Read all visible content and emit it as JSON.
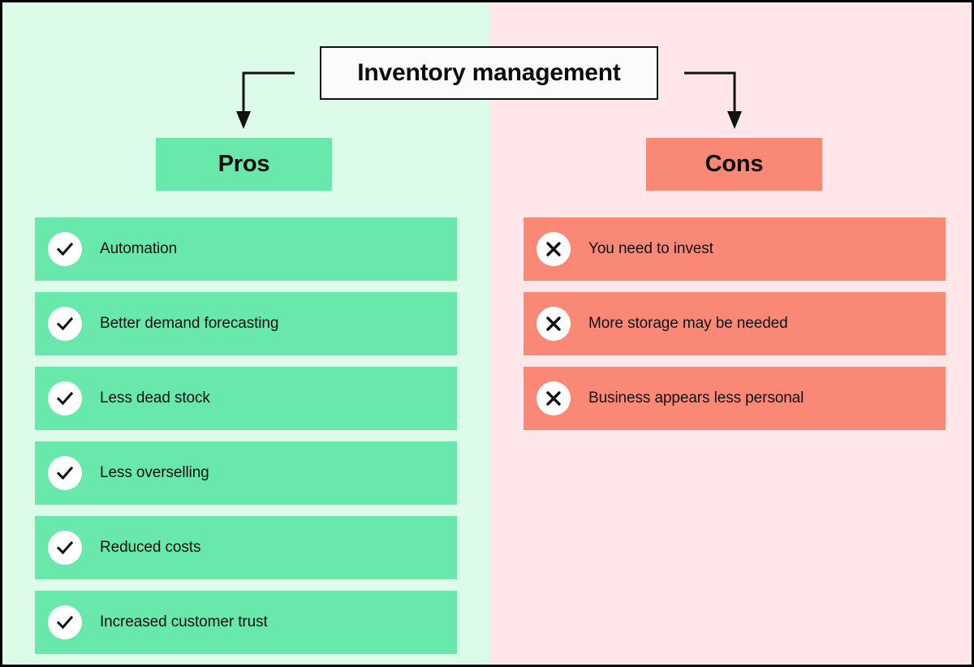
{
  "diagram": {
    "title": "Inventory management",
    "colors": {
      "pros_background": "#ddfbe9",
      "cons_background": "#ffe6e8",
      "pros_accent": "#68e8ab",
      "cons_accent": "#fa8877",
      "title_box_background": "#fbfbfb",
      "text": "#0b0b0b",
      "badge_background": "#ffffff"
    },
    "columns": [
      {
        "side": "pros",
        "heading": "Pros",
        "icon": "check-icon",
        "items": [
          {
            "label": "Automation"
          },
          {
            "label": "Better demand forecasting"
          },
          {
            "label": "Less dead stock"
          },
          {
            "label": "Less overselling"
          },
          {
            "label": "Reduced costs"
          },
          {
            "label": "Increased customer trust"
          }
        ]
      },
      {
        "side": "cons",
        "heading": "Cons",
        "icon": "x-icon",
        "items": [
          {
            "label": "You need to invest"
          },
          {
            "label": "More storage may be needed"
          },
          {
            "label": "Business appears less personal"
          }
        ]
      }
    ]
  }
}
